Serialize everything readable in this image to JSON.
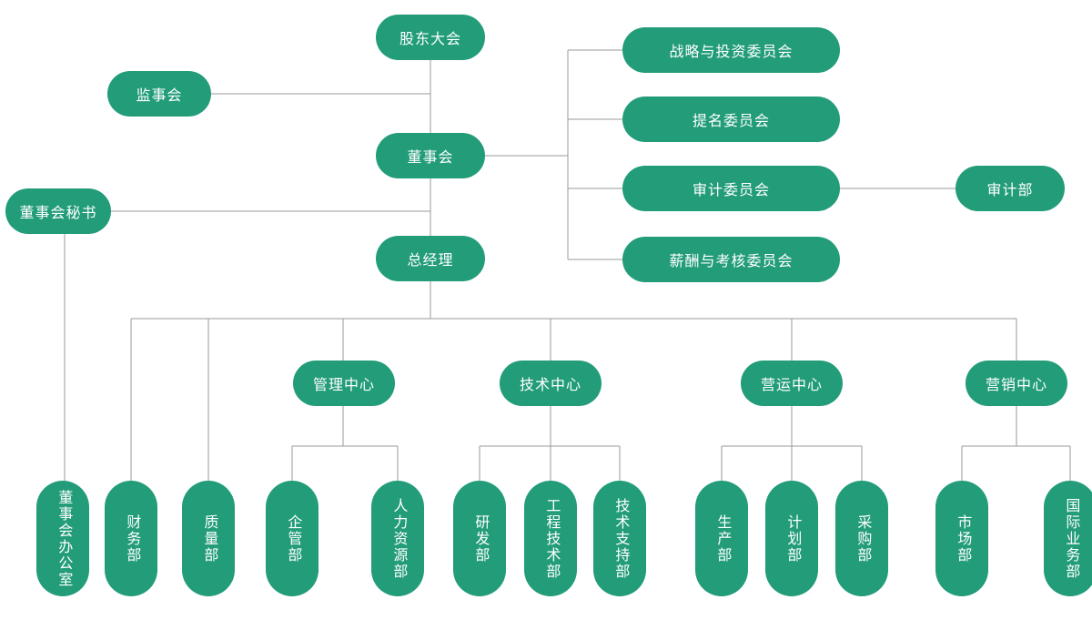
{
  "theme": {
    "node_fill": "#229C79",
    "node_text": "#ffffff",
    "link_color": "#9a9a9a",
    "background": "#ffffff"
  },
  "chart_data": {
    "type": "diagram",
    "title": "",
    "orientation": "top-down organizational hierarchy",
    "nodes": [
      {
        "id": "shareholders",
        "label": "股东大会",
        "level": 0,
        "orientation": "horizontal"
      },
      {
        "id": "supervisors",
        "label": "监事会",
        "level": 1,
        "orientation": "horizontal"
      },
      {
        "id": "board",
        "label": "董事会",
        "level": 1,
        "orientation": "horizontal"
      },
      {
        "id": "board-secretary",
        "label": "董事会秘书",
        "level": 2,
        "orientation": "horizontal"
      },
      {
        "id": "general-manager",
        "label": "总经理",
        "level": 2,
        "orientation": "horizontal"
      },
      {
        "id": "strategy-investment-committee",
        "label": "战略与投资委员会",
        "level": 2,
        "orientation": "horizontal"
      },
      {
        "id": "nomination-committee",
        "label": "提名委员会",
        "level": 2,
        "orientation": "horizontal"
      },
      {
        "id": "audit-committee",
        "label": "审计委员会",
        "level": 2,
        "orientation": "horizontal"
      },
      {
        "id": "compensation-committee",
        "label": "薪酬与考核委员会",
        "level": 2,
        "orientation": "horizontal"
      },
      {
        "id": "audit-department",
        "label": "审计部",
        "level": 3,
        "orientation": "horizontal"
      },
      {
        "id": "management-center",
        "label": "管理中心",
        "level": 3,
        "orientation": "horizontal"
      },
      {
        "id": "technology-center",
        "label": "技术中心",
        "level": 3,
        "orientation": "horizontal"
      },
      {
        "id": "operations-center",
        "label": "营运中心",
        "level": 3,
        "orientation": "horizontal"
      },
      {
        "id": "marketing-center",
        "label": "营销中心",
        "level": 3,
        "orientation": "horizontal"
      },
      {
        "id": "board-office",
        "label": "董事会办公室",
        "level": 4,
        "orientation": "vertical"
      },
      {
        "id": "finance-department",
        "label": "财务部",
        "level": 4,
        "orientation": "vertical"
      },
      {
        "id": "quality-department",
        "label": "质量部",
        "level": 4,
        "orientation": "vertical"
      },
      {
        "id": "enterprise-management-department",
        "label": "企管部",
        "level": 4,
        "orientation": "vertical"
      },
      {
        "id": "human-resources-department",
        "label": "人力资源部",
        "level": 4,
        "orientation": "vertical"
      },
      {
        "id": "rnd-department",
        "label": "研发部",
        "level": 4,
        "orientation": "vertical"
      },
      {
        "id": "engineering-technology-department",
        "label": "工程技术部",
        "level": 4,
        "orientation": "vertical"
      },
      {
        "id": "technical-support-department",
        "label": "技术支持部",
        "level": 4,
        "orientation": "vertical"
      },
      {
        "id": "production-department",
        "label": "生产部",
        "level": 4,
        "orientation": "vertical"
      },
      {
        "id": "planning-department",
        "label": "计划部",
        "level": 4,
        "orientation": "vertical"
      },
      {
        "id": "procurement-department",
        "label": "采购部",
        "level": 4,
        "orientation": "vertical"
      },
      {
        "id": "market-department",
        "label": "市场部",
        "level": 4,
        "orientation": "vertical"
      },
      {
        "id": "international-business-department",
        "label": "国际业务部",
        "level": 4,
        "orientation": "vertical"
      }
    ],
    "edges": [
      {
        "from": "shareholders",
        "to": "supervisors"
      },
      {
        "from": "shareholders",
        "to": "board"
      },
      {
        "from": "board",
        "to": "general-manager"
      },
      {
        "from": "board",
        "to": "board-secretary"
      },
      {
        "from": "board",
        "to": "strategy-investment-committee"
      },
      {
        "from": "board",
        "to": "nomination-committee"
      },
      {
        "from": "board",
        "to": "audit-committee"
      },
      {
        "from": "board",
        "to": "compensation-committee"
      },
      {
        "from": "audit-committee",
        "to": "audit-department"
      },
      {
        "from": "board-secretary",
        "to": "board-office"
      },
      {
        "from": "general-manager",
        "to": "finance-department"
      },
      {
        "from": "general-manager",
        "to": "quality-department"
      },
      {
        "from": "general-manager",
        "to": "management-center"
      },
      {
        "from": "general-manager",
        "to": "technology-center"
      },
      {
        "from": "general-manager",
        "to": "operations-center"
      },
      {
        "from": "general-manager",
        "to": "marketing-center"
      },
      {
        "from": "management-center",
        "to": "enterprise-management-department"
      },
      {
        "from": "management-center",
        "to": "human-resources-department"
      },
      {
        "from": "technology-center",
        "to": "rnd-department"
      },
      {
        "from": "technology-center",
        "to": "engineering-technology-department"
      },
      {
        "from": "technology-center",
        "to": "technical-support-department"
      },
      {
        "from": "operations-center",
        "to": "production-department"
      },
      {
        "from": "operations-center",
        "to": "planning-department"
      },
      {
        "from": "operations-center",
        "to": "procurement-department"
      },
      {
        "from": "marketing-center",
        "to": "market-department"
      },
      {
        "from": "marketing-center",
        "to": "planning-department"
      },
      {
        "from": "marketing-center",
        "to": "international-business-department"
      }
    ]
  },
  "nodes": {
    "shareholders": "股东大会",
    "supervisors": "监事会",
    "board": "董事会",
    "board_secretary": "董事会秘书",
    "general_manager": "总经理",
    "strategy_investment_committee": "战略与投资委员会",
    "nomination_committee": "提名委员会",
    "audit_committee": "审计委员会",
    "compensation_committee": "薪酬与考核委员会",
    "audit_department": "审计部",
    "management_center": "管理中心",
    "technology_center": "技术中心",
    "operations_center": "营运中心",
    "marketing_center": "营销中心",
    "board_office": "董事会办公室",
    "finance_department": "财务部",
    "quality_department": "质量部",
    "enterprise_management_department": "企管部",
    "human_resources_department": "人力资源部",
    "rnd_department": "研发部",
    "engineering_technology_department": "工程技术部",
    "technical_support_department": "技术支持部",
    "production_department": "生产部",
    "planning_department": "计划部",
    "procurement_department": "采购部",
    "market_department": "市场部",
    "international_business_department": "国际业务部"
  }
}
